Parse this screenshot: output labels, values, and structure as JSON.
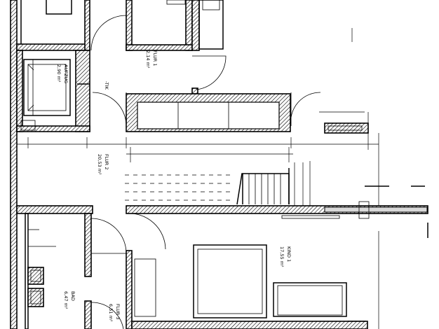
{
  "rooms": [
    {
      "name": "AUFZUG",
      "area": "2,90 m²"
    },
    {
      "name": "FLUR 1",
      "area": "2,14 m²"
    },
    {
      "name": "FLUR 2",
      "area": "20,53 m²"
    },
    {
      "name": "KIND 1",
      "area": "17,55 m²"
    },
    {
      "name": "BAD",
      "area": "6,47 m²"
    },
    {
      "name": "FLUR 3",
      "area": "6,51 m²"
    }
  ],
  "door_tag": "-TIK"
}
